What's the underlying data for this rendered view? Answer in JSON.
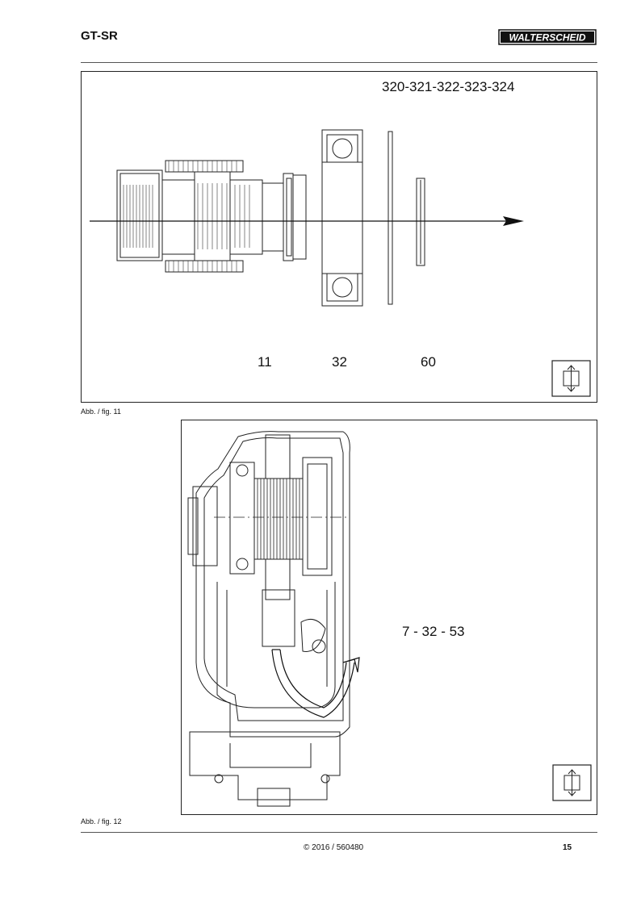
{
  "header": {
    "title": "GT-SR",
    "logo_text": "WALTERSCHEID"
  },
  "figure11": {
    "part_numbers": "320-321-322-323-324",
    "labels": [
      "11",
      "32",
      "60"
    ],
    "icon": "up-down-arrow-icon",
    "caption": "Abb. / fig. 11"
  },
  "figure12": {
    "label": "7 - 32 - 53",
    "icon": "up-down-arrow-icon",
    "caption": "Abb. / fig. 12"
  },
  "footer": {
    "copyright": "© 2016 / 560480",
    "page": "15"
  }
}
